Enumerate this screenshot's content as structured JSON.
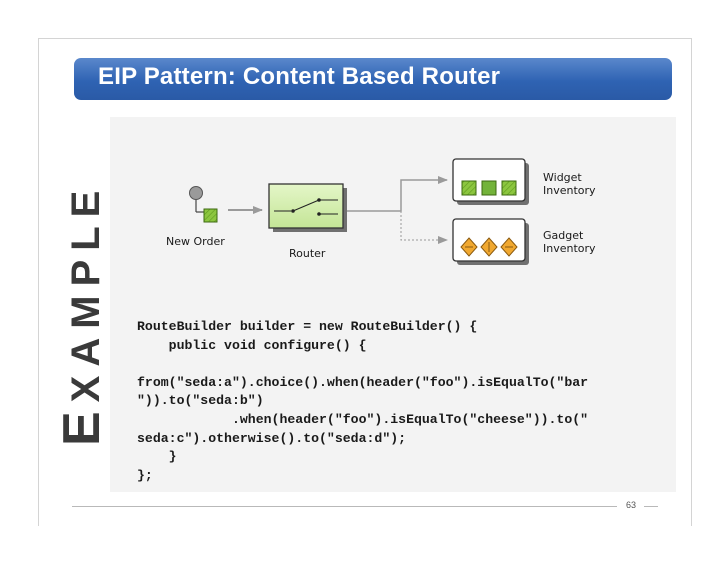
{
  "slide": {
    "title": "EIP Pattern: Content Based Router",
    "side_label_first": "E",
    "side_label_rest": "XAMPLE",
    "page_number": "63"
  },
  "diagram": {
    "new_order_label": "New Order",
    "router_label": "Router",
    "widget_label_line1": "Widget",
    "widget_label_line2": "Inventory",
    "gadget_label_line1": "Gadget",
    "gadget_label_line2": "Inventory"
  },
  "code": {
    "lines": [
      "RouteBuilder builder = new RouteBuilder() {",
      "    public void configure() {",
      "",
      "from(\"seda:a\").choice().when(header(\"foo\").isEqualTo(\"bar",
      "\")).to(\"seda:b\")",
      "            .when(header(\"foo\").isEqualTo(\"cheese\")).to(\"",
      "seda:c\").otherwise().to(\"seda:d\");",
      "    }",
      "};"
    ]
  },
  "colors": {
    "title_bar": "#2f63b3",
    "router_fill": "#d6f0b4",
    "widget_item": "#8cc63f",
    "gadget_item": "#f0a830"
  }
}
